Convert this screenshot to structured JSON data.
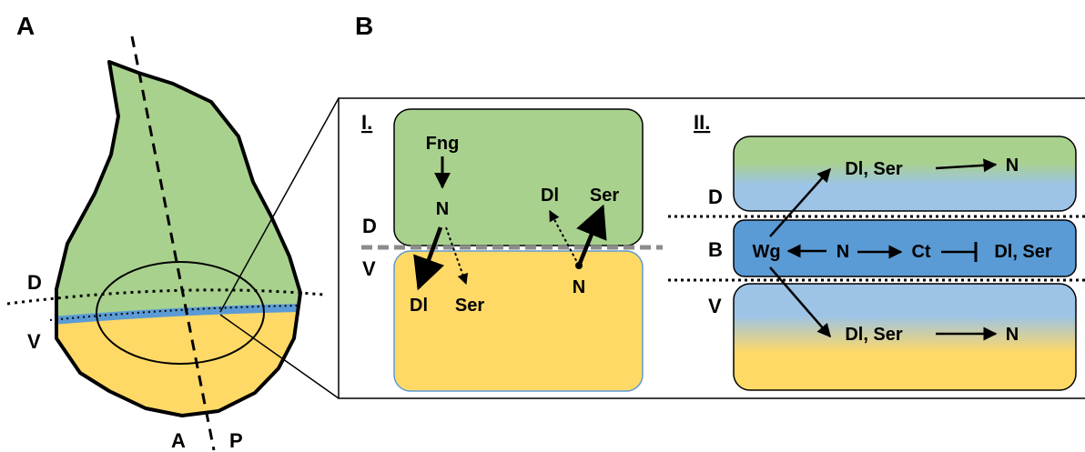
{
  "panel_a": {
    "letter": "A",
    "d_label": "D",
    "v_label": "V",
    "a_label": "A",
    "p_label": "P",
    "colors": {
      "dorsal": "#a9d18e",
      "ventral": "#ffd966",
      "boundary": "#5b9bd5"
    }
  },
  "panel_b": {
    "letter": "B",
    "part1": {
      "heading": "I.",
      "d_label": "D",
      "v_label": "V",
      "fng": "Fng",
      "n_top": "N",
      "dl_top": "Dl",
      "ser_top": "Ser",
      "dl_bottom": "Dl",
      "ser_bottom": "Ser",
      "n_bottom": "N"
    },
    "part2": {
      "heading": "II.",
      "d_label": "D",
      "b_label": "B",
      "v_label": "V",
      "top_ligands": "Dl, Ser",
      "top_n": "N",
      "wg": "Wg",
      "mid_n": "N",
      "ct": "Ct",
      "mid_ligands": "Dl, Ser",
      "bottom_ligands": "Dl, Ser",
      "bottom_n": "N"
    },
    "colors": {
      "dorsal": "#a9d18e",
      "ventral": "#ffd966",
      "boundary": "#5b9bd5",
      "light_blue": "#9dc3e6"
    }
  }
}
